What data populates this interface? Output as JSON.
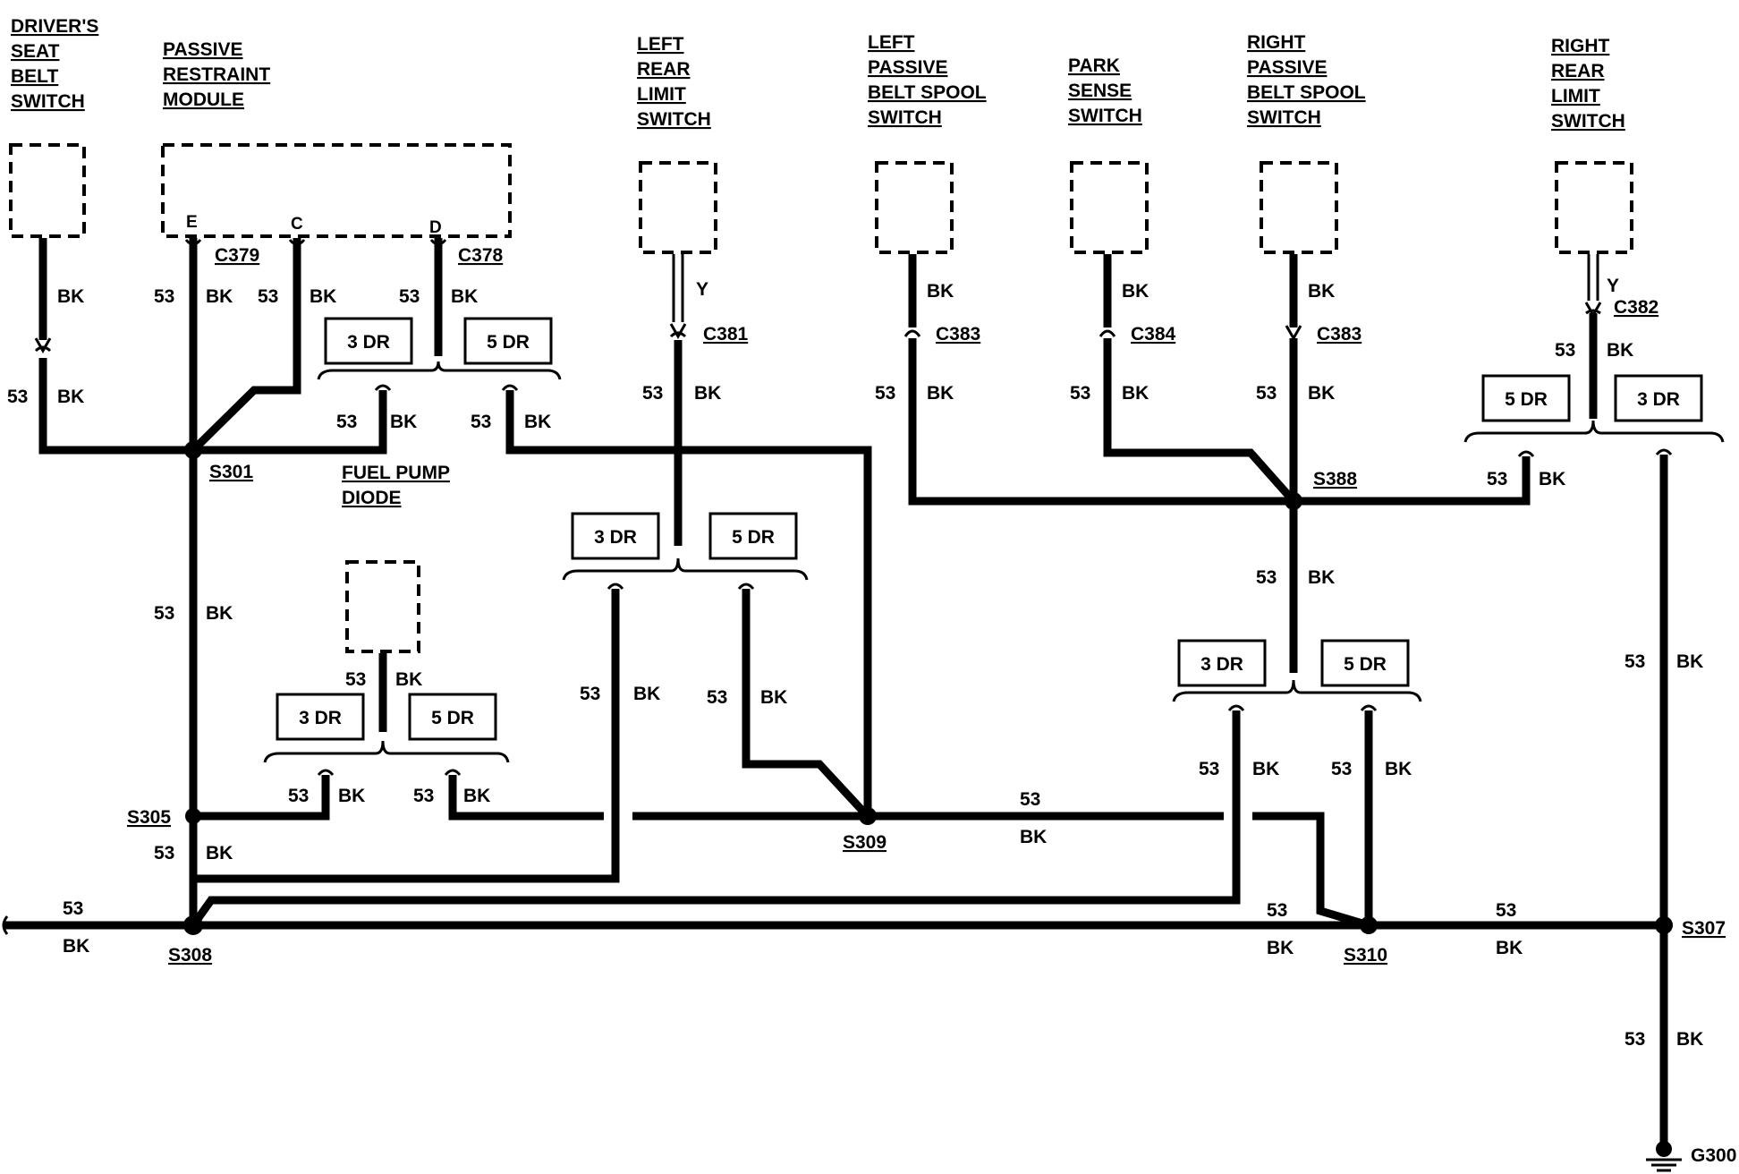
{
  "components": {
    "drivers_seat_belt_switch": [
      "DRIVER'S",
      "SEAT",
      "BELT",
      "SWITCH"
    ],
    "passive_restraint_module": [
      "PASSIVE",
      "RESTRAINT",
      "MODULE"
    ],
    "left_rear_limit_switch": [
      "LEFT",
      "REAR",
      "LIMIT",
      "SWITCH"
    ],
    "left_passive_belt_spool_switch": [
      "LEFT",
      "PASSIVE",
      "BELT SPOOL",
      "SWITCH"
    ],
    "park_sense_switch": [
      "PARK",
      "SENSE",
      "SWITCH"
    ],
    "right_passive_belt_spool_switch": [
      "RIGHT",
      "PASSIVE",
      "BELT SPOOL",
      "SWITCH"
    ],
    "right_rear_limit_switch": [
      "RIGHT",
      "REAR",
      "LIMIT",
      "SWITCH"
    ],
    "fuel_pump_diode": [
      "FUEL PUMP",
      "DIODE"
    ]
  },
  "module_pins": {
    "e": "E",
    "c": "C",
    "d": "D"
  },
  "connectors": {
    "c379": "C379",
    "c378": "C378",
    "c381": "C381",
    "c383_left": "C383",
    "c384": "C384",
    "c383_right": "C383",
    "c382": "C382"
  },
  "splices": {
    "s301": "S301",
    "s305": "S305",
    "s308": "S308",
    "s309": "S309",
    "s388": "S388",
    "s310": "S310",
    "s307": "S307"
  },
  "ground": "G300",
  "wire": {
    "circuit": "53",
    "color": "BK",
    "yellow": "Y"
  },
  "variants": {
    "three_door": "3 DR",
    "five_door": "5 DR"
  }
}
